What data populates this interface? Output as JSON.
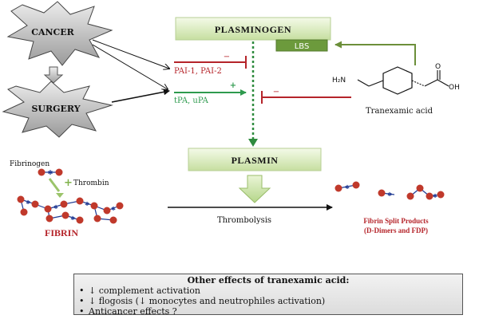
{
  "diagram": {
    "cancer": "CANCER",
    "surgery": "SURGERY",
    "plasminogen": "PLASMINOGEN",
    "lbs": "LBS",
    "plasmin": "PLASMIN",
    "inhibitors": "PAI-1, PAI-2",
    "activators": "tPA, uPA",
    "minus_sign": "−",
    "plus_sign": "+",
    "drug_name": "Tranexamic acid",
    "drug_amine": "H₂N",
    "drug_acid": "OH",
    "drug_carbonyl": "O",
    "fibrinogen": "Fibrinogen",
    "thrombin": "Thrombin",
    "fibrin": "FIBRIN",
    "thrombolysis": "Thrombolysis",
    "fsp_line1": "Fibrin Split Products",
    "fsp_line2": "(D-Dimers and FDP)"
  },
  "other_effects": {
    "title": "Other effects of tranexamic acid:",
    "items": [
      "↓ complement activation",
      "↓ flogosis (↓ monocytes and neutrophiles activation)",
      "Anticancer effects ?"
    ]
  },
  "colors": {
    "inhibit_red": "#b5242a",
    "activate_green": "#2e9a4e",
    "box_green_light": "#eef7dc",
    "box_green_dark": "#c6dfa0",
    "lbs_green": "#6c9a3c",
    "fibrin_dot": "#c0392b",
    "fibrin_link": "#1f3a93"
  }
}
